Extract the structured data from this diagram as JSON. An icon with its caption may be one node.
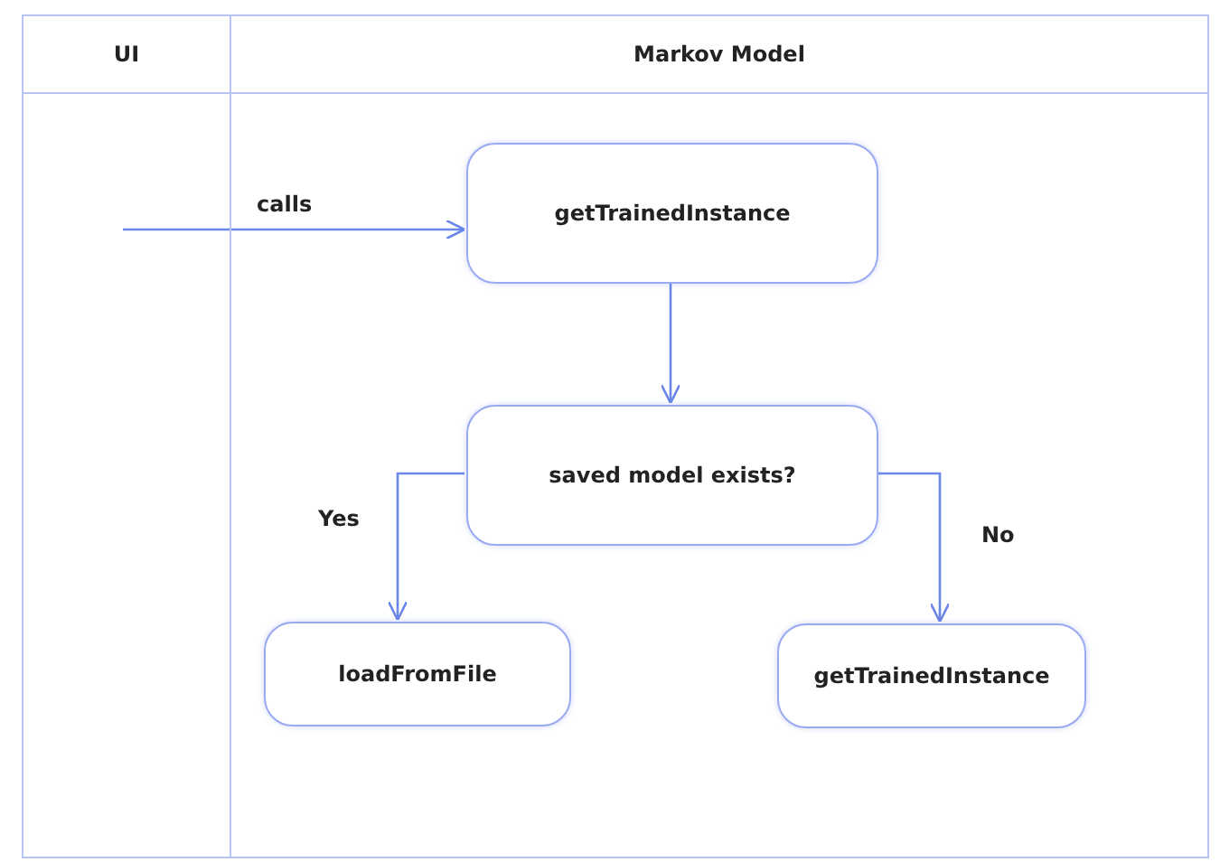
{
  "diagram": {
    "nodes": [
      {
        "text": [
          "UI"
        ]
      },
      {
        "text": [
          "Markov Model"
        ]
      },
      {
        "text": [
          "getTrainedInstance"
        ],
        "in": 1
      },
      {
        "text": [
          "saved model exists?"
        ],
        "in": 1
      },
      {
        "text": [
          "loadFromFile"
        ],
        "in": 1
      },
      {
        "text": [
          "getTrainedInstance"
        ],
        "in": 1
      }
    ],
    "edges": [
      {
        "from": 0,
        "to": 2,
        "arrow": "to",
        "label": "calls"
      },
      {
        "from": 2,
        "to": 3,
        "arrow": "to"
      },
      {
        "from": 3,
        "to": 4,
        "arrow": "to",
        "label": "Yes"
      },
      {
        "from": 3,
        "to": 5,
        "arrow": "to",
        "label": "No"
      }
    ]
  }
}
